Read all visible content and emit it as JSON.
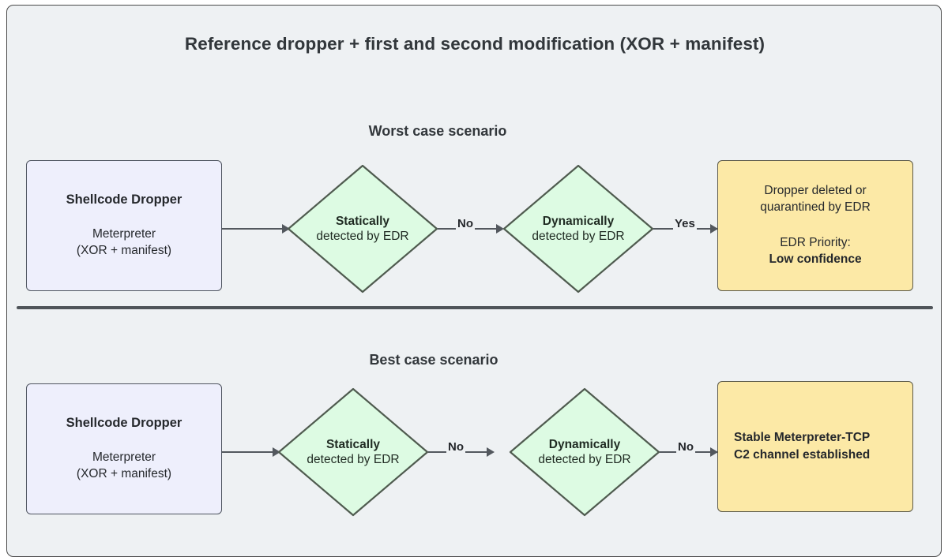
{
  "diagram": {
    "title": "Reference dropper + first and second modification (XOR + manifest)",
    "background_color": "#eef1f3",
    "border_color": "#4a4a4a"
  },
  "colors": {
    "process_fill": "#eeeffc",
    "process_border": "#4f5560",
    "decision_fill": "#ddfbe3",
    "decision_border": "#4f5b4f",
    "outcome_fill": "#fce9a6",
    "outcome_border": "#5c5a4a",
    "connector": "#53585e",
    "divider": "#4f5459",
    "text": "#25282c"
  },
  "sections": [
    {
      "id": "worst-case",
      "header": "Worst case scenario",
      "nodes": {
        "dropper": {
          "title": "Shellcode Dropper",
          "sub_line1": "Meterpreter",
          "sub_line2": "(XOR + manifest)"
        },
        "decision1": {
          "title": "Statically",
          "sub": "detected by EDR"
        },
        "decision2": {
          "title": "Dynamically",
          "sub": "detected by EDR"
        },
        "outcome": {
          "line1": "Dropper deleted or",
          "line2": "quarantined by EDR",
          "line3": "EDR Priority:",
          "line4": "Low confidence"
        }
      },
      "edges": {
        "decision1_to_decision2": "No",
        "decision2_to_outcome": "Yes"
      }
    },
    {
      "id": "best-case",
      "header": "Best case scenario",
      "nodes": {
        "dropper": {
          "title": "Shellcode Dropper",
          "sub_line1": "Meterpreter",
          "sub_line2": "(XOR + manifest)"
        },
        "decision1": {
          "title": "Statically",
          "sub": "detected by EDR"
        },
        "decision2": {
          "title": "Dynamically",
          "sub": "detected by EDR"
        },
        "outcome": {
          "line1": "Stable Meterpreter-TCP",
          "line2": "C2 channel established"
        }
      },
      "edges": {
        "decision1_to_decision2": "No",
        "decision2_to_outcome": "No"
      }
    }
  ]
}
